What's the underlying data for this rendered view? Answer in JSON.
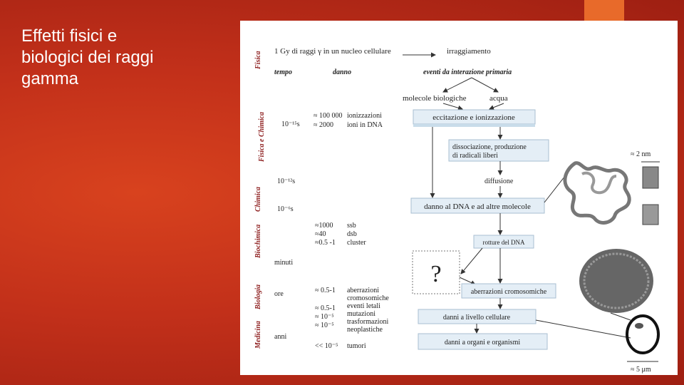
{
  "slide": {
    "title_lines": [
      "Effetti fisici e",
      "biologici dei raggi",
      "gamma"
    ]
  },
  "diagram": {
    "side_labels": [
      "Fisica",
      "Fisica e Chimica",
      "Chimica",
      "Biochimica",
      "Biologia",
      "Medicina"
    ],
    "top_line": "1 Gy di raggi γ in un nucleo cellulare",
    "irradiation": "irraggiamento",
    "col_time": "tempo",
    "col_damage": "danno",
    "col_events": "eventi da interazione primaria",
    "targets": [
      "molecole biologiche",
      "acqua"
    ],
    "times": [
      "10⁻¹⁵s",
      "10⁻¹²s",
      "10⁻⁶s",
      "minuti",
      "ore",
      "anni"
    ],
    "damage_counts": [
      {
        "value": "≈ 100 000",
        "label": "ionizzazioni"
      },
      {
        "value": "≈ 2000",
        "label": "ioni  in DNA"
      },
      {
        "value": "≈1000",
        "label": "ssb"
      },
      {
        "value": "≈40",
        "label": "dsb"
      },
      {
        "value": "≈0.5 -1",
        "label": "cluster"
      },
      {
        "value": "≈ 0.5-1",
        "label": "aberrazioni"
      },
      {
        "value": "",
        "label": "cromosomiche"
      },
      {
        "value": "",
        "label": "eventi letali"
      },
      {
        "value": "≈ 0.5-1",
        "label": ""
      },
      {
        "value": "≈ 10⁻⁵",
        "label": "mutazioni"
      },
      {
        "value": "≈ 10⁻⁵",
        "label": "trasformazioni"
      },
      {
        "value": "",
        "label": "neoplastiche"
      },
      {
        "value": "<< 10⁻⁵",
        "label": "tumori"
      }
    ],
    "boxes": {
      "excitation": "eccitazione e ionizzazione",
      "dissociation_1": "dissociazione, produzione",
      "dissociation_2": "di radicali liberi",
      "diffusion": "diffusione",
      "dna_damage": "danno al DNA e ad altre molecole",
      "dna_breaks": "rotture del DNA",
      "question": "?",
      "chromosome_aberrations": "aberrazioni cromosomiche",
      "cell_damage": "danni a livello cellulare",
      "organ_damage": "danni a organi e organismi"
    },
    "scales": [
      "≈ 2 nm",
      "≈ 5 μm"
    ]
  },
  "colors": {
    "background": "#c2301a",
    "accent": "#e86a2a",
    "side_label": "#8b1a1a",
    "box_fill": "#e4eef6",
    "box_shade": "#c9dcea"
  }
}
